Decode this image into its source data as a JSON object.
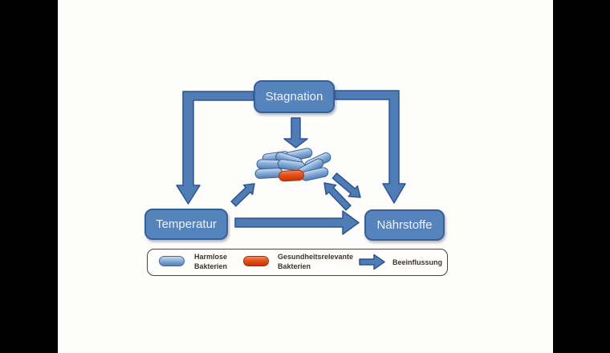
{
  "colors": {
    "letterbox": "#000000",
    "canvas_bg": "#fdfdfb",
    "node_fill": "#5584bc",
    "node_border": "#3a5f98",
    "node_text": "#ecf2fa",
    "arrow_fill": "#4f7cb5",
    "arrow_border": "#2e5590",
    "harmless_fill": "#8cb0d9",
    "pathogen_fill": "#e8551f",
    "legend_border": "#4a443a",
    "legend_text": "#3b352c"
  },
  "nodes": {
    "stagnation": "Stagnation",
    "temperatur": "Temperatur",
    "naehrstoffe": "Nährstoffe"
  },
  "legend": {
    "harmless_line1": "Harmlose",
    "harmless_line2": "Bakterien",
    "pathogenic_line1": "Gesundheitsrelevante",
    "pathogenic_line2": "Bakterien",
    "influence_label": "Beeinflussung"
  },
  "connections": [
    {
      "from": "Stagnation",
      "to": "Temperatur",
      "type": "one-way"
    },
    {
      "from": "Stagnation",
      "to": "Bakterien",
      "type": "one-way"
    },
    {
      "from": "Stagnation",
      "to": "Nährstoffe",
      "type": "one-way"
    },
    {
      "from": "Temperatur",
      "to": "Bakterien",
      "type": "one-way"
    },
    {
      "from": "Bakterien",
      "to": "Nährstoffe",
      "type": "two-way"
    },
    {
      "from": "Temperatur",
      "to": "Nährstoffe",
      "type": "one-way"
    }
  ]
}
